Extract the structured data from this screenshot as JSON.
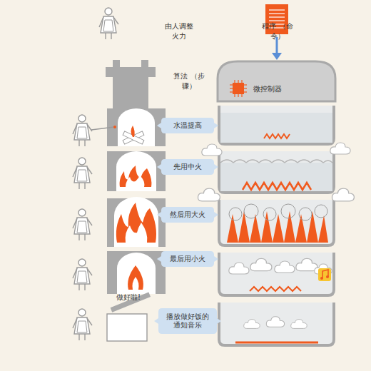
{
  "diagram": {
    "nodes": [
      {
        "text": [
          "水温提高"
        ]
      },
      {
        "text": [
          "先用中火"
        ]
      },
      {
        "text": [
          "然后用大火"
        ]
      },
      {
        "text": [
          "最后用小火"
        ]
      },
      {
        "text": [
          "播放做好饭的 通知音乐"
        ]
      }
    ],
    "labels": [
      "由人调整 火力",
      "程序 （命令）",
      "算法 （步骤）",
      "微控制器",
      "做好啦!"
    ]
  }
}
